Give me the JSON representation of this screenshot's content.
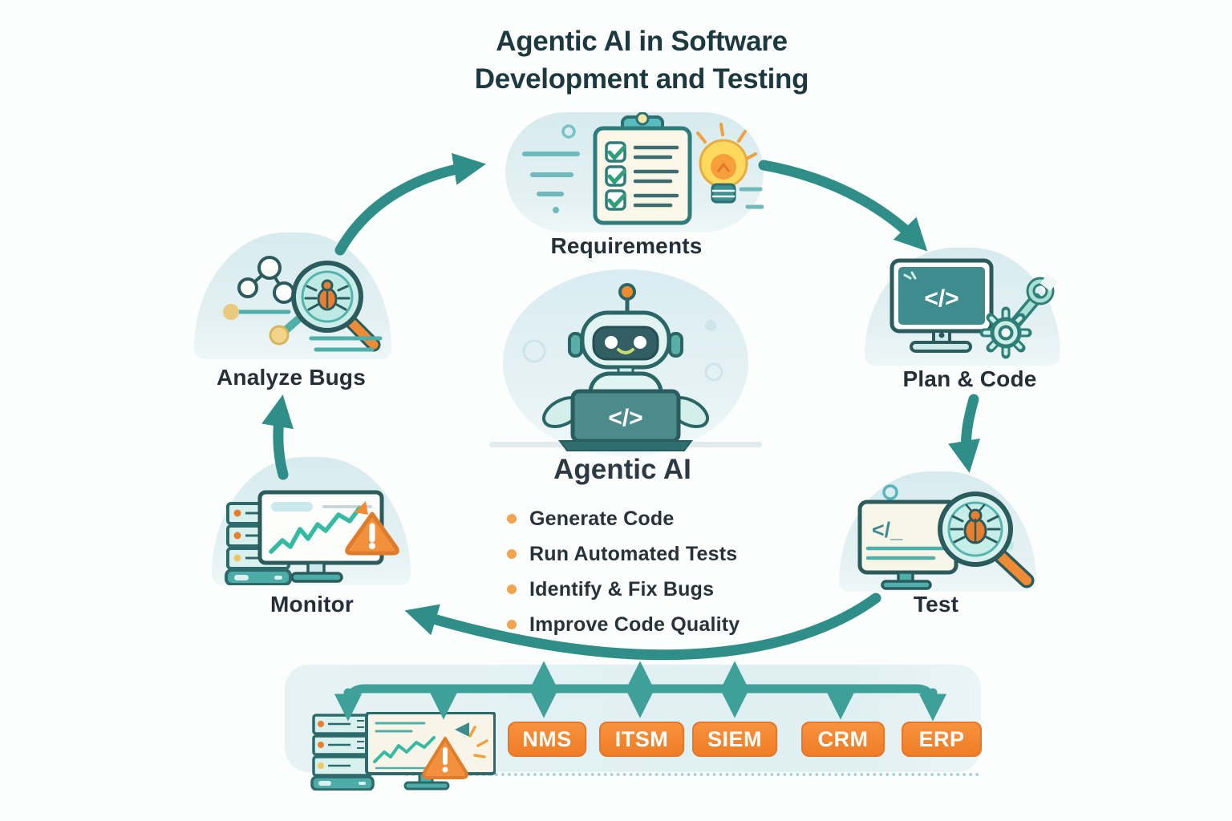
{
  "title": {
    "line1": "Agentic AI in Software",
    "line2": "Development and Testing"
  },
  "stages": [
    {
      "label": "Requirements",
      "icon": "clipboard-checklist-lightbulb"
    },
    {
      "label": "Plan & Code",
      "icon": "monitor-code-gear-wrench"
    },
    {
      "label": "Test",
      "icon": "monitor-magnifier-bug"
    },
    {
      "label": "Monitor",
      "icon": "server-monitor-alert"
    },
    {
      "label": "Analyze Bugs",
      "icon": "node-graph-magnifier-bug"
    }
  ],
  "center": {
    "label": "Agentic AI",
    "bullets": [
      "Generate Code",
      "Run Automated Tests",
      "Identify & Fix Bugs",
      "Improve Code Quality"
    ]
  },
  "glyphs": {
    "plan_screen": "</>",
    "test_screen": "</_",
    "laptop_screen": "</>",
    "alert": "!"
  },
  "integrations": [
    "NMS",
    "ITSM",
    "SIEM",
    "CRM",
    "ERP"
  ],
  "colors": {
    "teal_arrow": "#2F8F88",
    "teal_line": "#3FA099",
    "orange_box": "#F5862F",
    "orange_bullet": "#F2A44E",
    "node_bg": "#DCEDF0",
    "panel_bg": "#E4F1F4",
    "title_text": "#1D3940",
    "label_text": "#242F37"
  }
}
